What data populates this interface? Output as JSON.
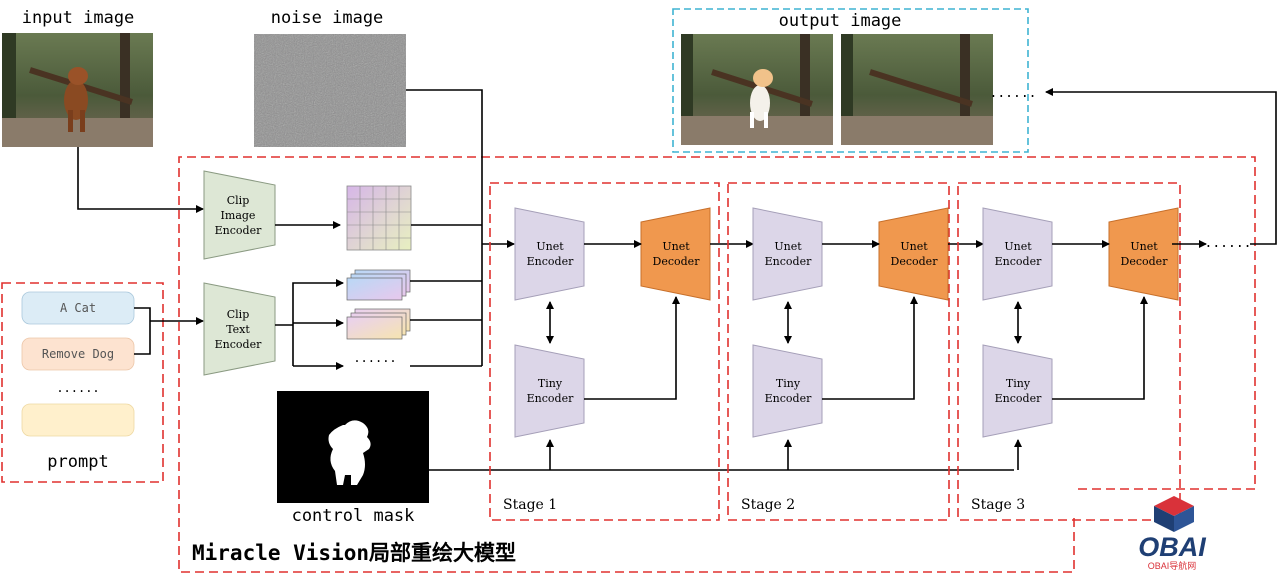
{
  "labels": {
    "input_image": "input image",
    "noise_image": "noise image",
    "output_image": "output image",
    "output_ellipsis": "......",
    "control_mask": "control mask",
    "prompt": "prompt",
    "text_feature_ellipsis": "......",
    "after_stage_ellipsis": "......",
    "title": "Miracle Vision局部重绘大模型"
  },
  "prompts": [
    "A Cat",
    "Remove Dog",
    "......",
    ""
  ],
  "clip_image_encoder": [
    "Clip",
    "Image",
    "Encoder"
  ],
  "clip_text_encoder": [
    "Clip",
    "Text",
    "Encoder"
  ],
  "stages": [
    {
      "name": "Stage 1",
      "unet_encoder": [
        "Unet",
        "Encoder"
      ],
      "unet_decoder": [
        "Unet",
        "Decoder"
      ],
      "tiny_encoder": [
        "Tiny",
        "Encoder"
      ]
    },
    {
      "name": "Stage 2",
      "unet_encoder": [
        "Unet",
        "Encoder"
      ],
      "unet_decoder": [
        "Unet",
        "Decoder"
      ],
      "tiny_encoder": [
        "Tiny",
        "Encoder"
      ]
    },
    {
      "name": "Stage 3",
      "unet_encoder": [
        "Unet",
        "Encoder"
      ],
      "unet_decoder": [
        "Unet",
        "Decoder"
      ],
      "tiny_encoder": [
        "Tiny",
        "Encoder"
      ]
    }
  ],
  "logo": {
    "text": "OBAI",
    "subtext": "OBAI导航网"
  },
  "colors": {
    "red_dash": "#e0312f",
    "blue_dash": "#3fb4d2",
    "encoder_fill": "#dcd6e8",
    "decoder_fill": "#f0984e",
    "clip_fill": "#dde7d5",
    "prompt_blue": "#dcecf6",
    "prompt_peach": "#fde3d0",
    "prompt_yellow": "#fff0cc",
    "logo_navy": "#1f3f74",
    "logo_red": "#d9323a"
  }
}
